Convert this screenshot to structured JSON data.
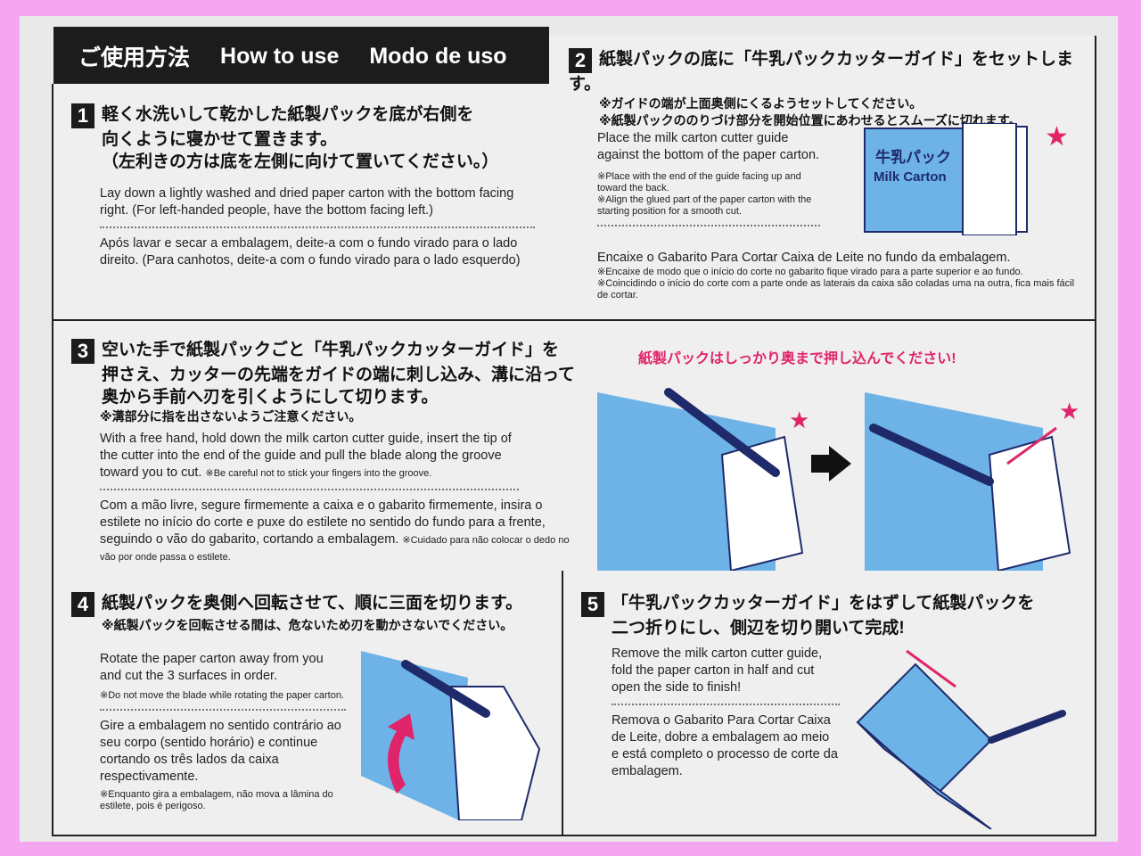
{
  "header": {
    "ja": "ご使用方法",
    "en": "How to use",
    "pt": "Modo de uso"
  },
  "steps": [
    {
      "num": "1",
      "ja": [
        "軽く水洗いして乾かした紙製パックを底が右側を",
        "向くように寝かせて置きます。",
        "（左利きの方は底を左側に向けて置いてください。）"
      ],
      "en": "Lay down a lightly washed and dried paper carton with the bottom facing right. (For left-handed people, have the bottom facing left.)",
      "pt": "Após lavar e secar a embalagem, deite-a com o fundo virado para o lado direito. (Para canhotos, deite-a com o fundo virado para o lado esquerdo)"
    },
    {
      "num": "2",
      "ja": "紙製パックの底に「牛乳パックカッターガイド」をセットします。",
      "ja_notes": [
        "※ガイドの端が上面奥側にくるようセットしてください。",
        "※紙製パックののりづけ部分を開始位置にあわせるとスムーズに切れます。"
      ],
      "en": "Place the milk carton cutter guide against the bottom of the paper carton.",
      "en_notes": [
        "※Place with the end of the guide facing up and toward the back.",
        "※Align the glued part of the paper carton with the starting position for a smooth cut."
      ],
      "pt": "Encaixe o Gabarito Para Cortar Caixa de Leite no fundo da embalagem.",
      "pt_notes": [
        "※Encaixe de modo que o início do corte no gabarito fique virado para a parte superior e ao fundo.",
        "※Coincidindo o início do corte com a parte onde as laterais da caixa são coladas uma na outra, fica mais fácil de cortar."
      ],
      "illustration": {
        "label_ja": "牛乳パック",
        "label_en": "Milk Carton"
      }
    },
    {
      "num": "3",
      "ja": [
        "空いた手で紙製パックごと「牛乳パックカッターガイド」を",
        "押さえ、カッターの先端をガイドの端に刺し込み、溝に沿って",
        "奥から手前へ刃を引くようにして切ります。"
      ],
      "ja_note": "※溝部分に指を出さないようご注意ください。",
      "en": "With a free hand, hold down the milk carton cutter guide, insert the tip of the cutter into the end of the guide and pull the blade along the groove toward you to cut.",
      "en_note": "※Be careful not to stick your fingers into the groove.",
      "pt": "Com a mão livre, segure firmemente a caixa e o gabarito firmemente, insira o estilete no início do corte e puxe do estilete no sentido do fundo para a frente, seguindo o vão do gabarito, cortando a embalagem.",
      "pt_note": "※Cuidado para não colocar o dedo no vão por onde passa o estilete.",
      "callout": "紙製パックはしっかり奥まで押し込んでください!"
    },
    {
      "num": "4",
      "ja": "紙製パックを奥側へ回転させて、順に三面を切ります。",
      "ja_note": "※紙製パックを回転させる間は、危ないため刃を動かさないでください。",
      "en": "Rotate the paper carton away from you and cut the 3 surfaces in order.",
      "en_note": "※Do not move the blade while rotating the paper carton.",
      "pt": "Gire a embalagem no sentido contrário ao seu corpo (sentido horário) e continue cortando os três lados da caixa respectivamente.",
      "pt_note": "※Enquanto gira a embalagem, não mova a lâmina do estilete, pois é perigoso."
    },
    {
      "num": "5",
      "ja": [
        "「牛乳パックカッターガイド」をはずして紙製パックを",
        "二つ折りにし、側辺を切り開いて完成!"
      ],
      "en": "Remove the milk carton cutter guide, fold the paper carton in half and cut open the side to finish!",
      "pt": "Remova o Gabarito Para Cortar Caixa de Leite, dobre a embalagem ao meio e está completo o processo de corte da embalagem."
    }
  ],
  "colors": {
    "carton": "#6db3e8",
    "accent": "#e0246a",
    "navy": "#1f2a6b",
    "border": "#f4a6f0"
  }
}
